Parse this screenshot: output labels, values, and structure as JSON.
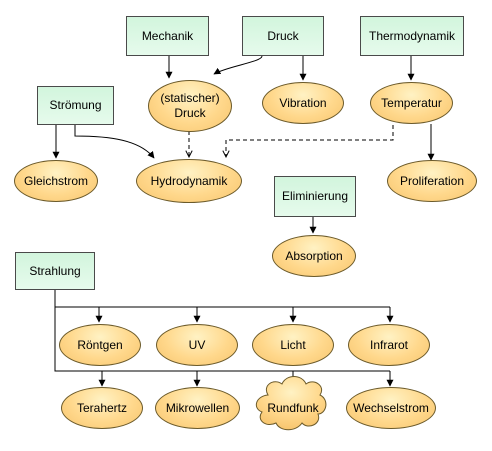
{
  "nodes": {
    "mechanik": "Mechanik",
    "druck": "Druck",
    "thermodynamik": "Thermodynamik",
    "stroemung": "Strömung",
    "statischer_druck_line1": "(statischer)",
    "statischer_druck_line2": "Druck",
    "vibration": "Vibration",
    "temperatur": "Temperatur",
    "gleichstrom": "Gleichstrom",
    "hydrodynamik": "Hydrodynamik",
    "proliferation": "Proliferation",
    "eliminierung": "Eliminierung",
    "absorption": "Absorption",
    "strahlung": "Strahlung",
    "roentgen": "Röntgen",
    "uv": "UV",
    "licht": "Licht",
    "infrarot": "Infrarot",
    "terahertz": "Terahertz",
    "mikrowellen": "Mikrowellen",
    "rundfunk": "Rundfunk",
    "wechselstrom": "Wechselstrom"
  },
  "colors": {
    "rect_fill": "#d2f5dd",
    "ellipse_fill": "#ffd88c",
    "edge": "#000000"
  }
}
